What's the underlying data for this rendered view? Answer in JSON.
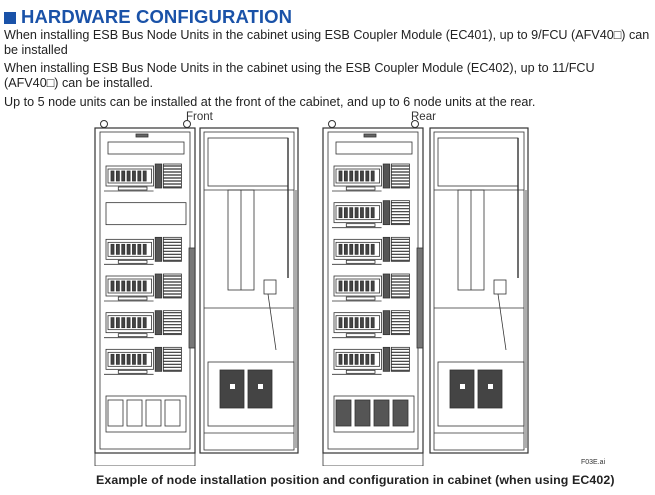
{
  "section": {
    "icon": "filled-square-bullet-icon",
    "title": "HARDWARE CONFIGURATION",
    "accent_color": "#1a52a8"
  },
  "paragraphs": [
    "When installing ESB Bus Node Units in the cabinet using ESB Coupler Module (EC401), up to 9/FCU (AFV40□) can be installed",
    "When installing ESB Bus Node Units in the cabinet using the ESB Coupler Module (EC402), up to 11/FCU (AFV40□) can be installed.",
    "Up to 5 node units can be installed at the front of the cabinet, and up to 6 node units at the rear."
  ],
  "figure": {
    "panels": [
      {
        "label": "Front",
        "node_units": 5
      },
      {
        "label": "Rear",
        "node_units": 6
      }
    ],
    "file_id": "F03E.ai",
    "caption": "Example of node installation position and configuration in cabinet (when using EC402)"
  }
}
